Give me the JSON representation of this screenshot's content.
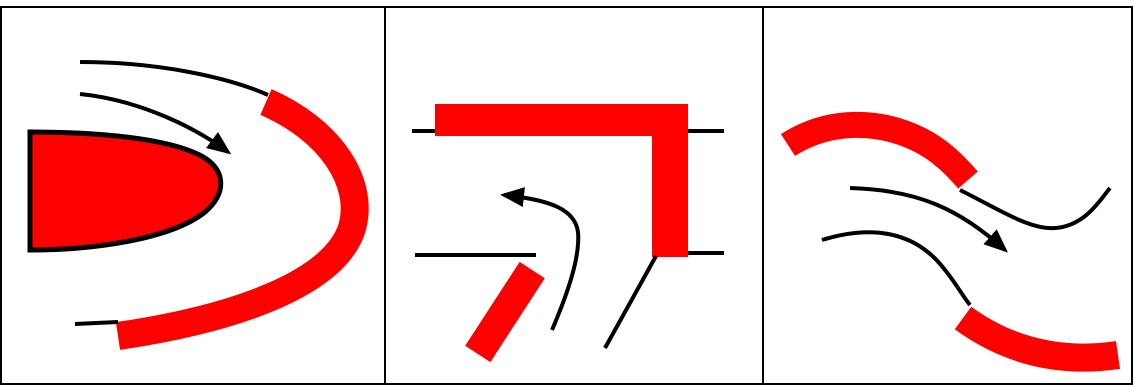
{
  "figure": {
    "panels": [
      {
        "id": "panel-1",
        "shows": [
          "red-body",
          "red-wall-curved",
          "flow-arrow",
          "streamlines"
        ]
      },
      {
        "id": "panel-2",
        "shows": [
          "red-corner-wall",
          "red-inclined-plate",
          "flow-arrow",
          "streamlines"
        ]
      },
      {
        "id": "panel-3",
        "shows": [
          "red-wall-upper",
          "red-wall-lower",
          "flow-arrow",
          "streamlines"
        ]
      }
    ],
    "colors": {
      "wall": "#ff0000",
      "line": "#000000",
      "border": "#000000",
      "background": "#ffffff"
    }
  }
}
